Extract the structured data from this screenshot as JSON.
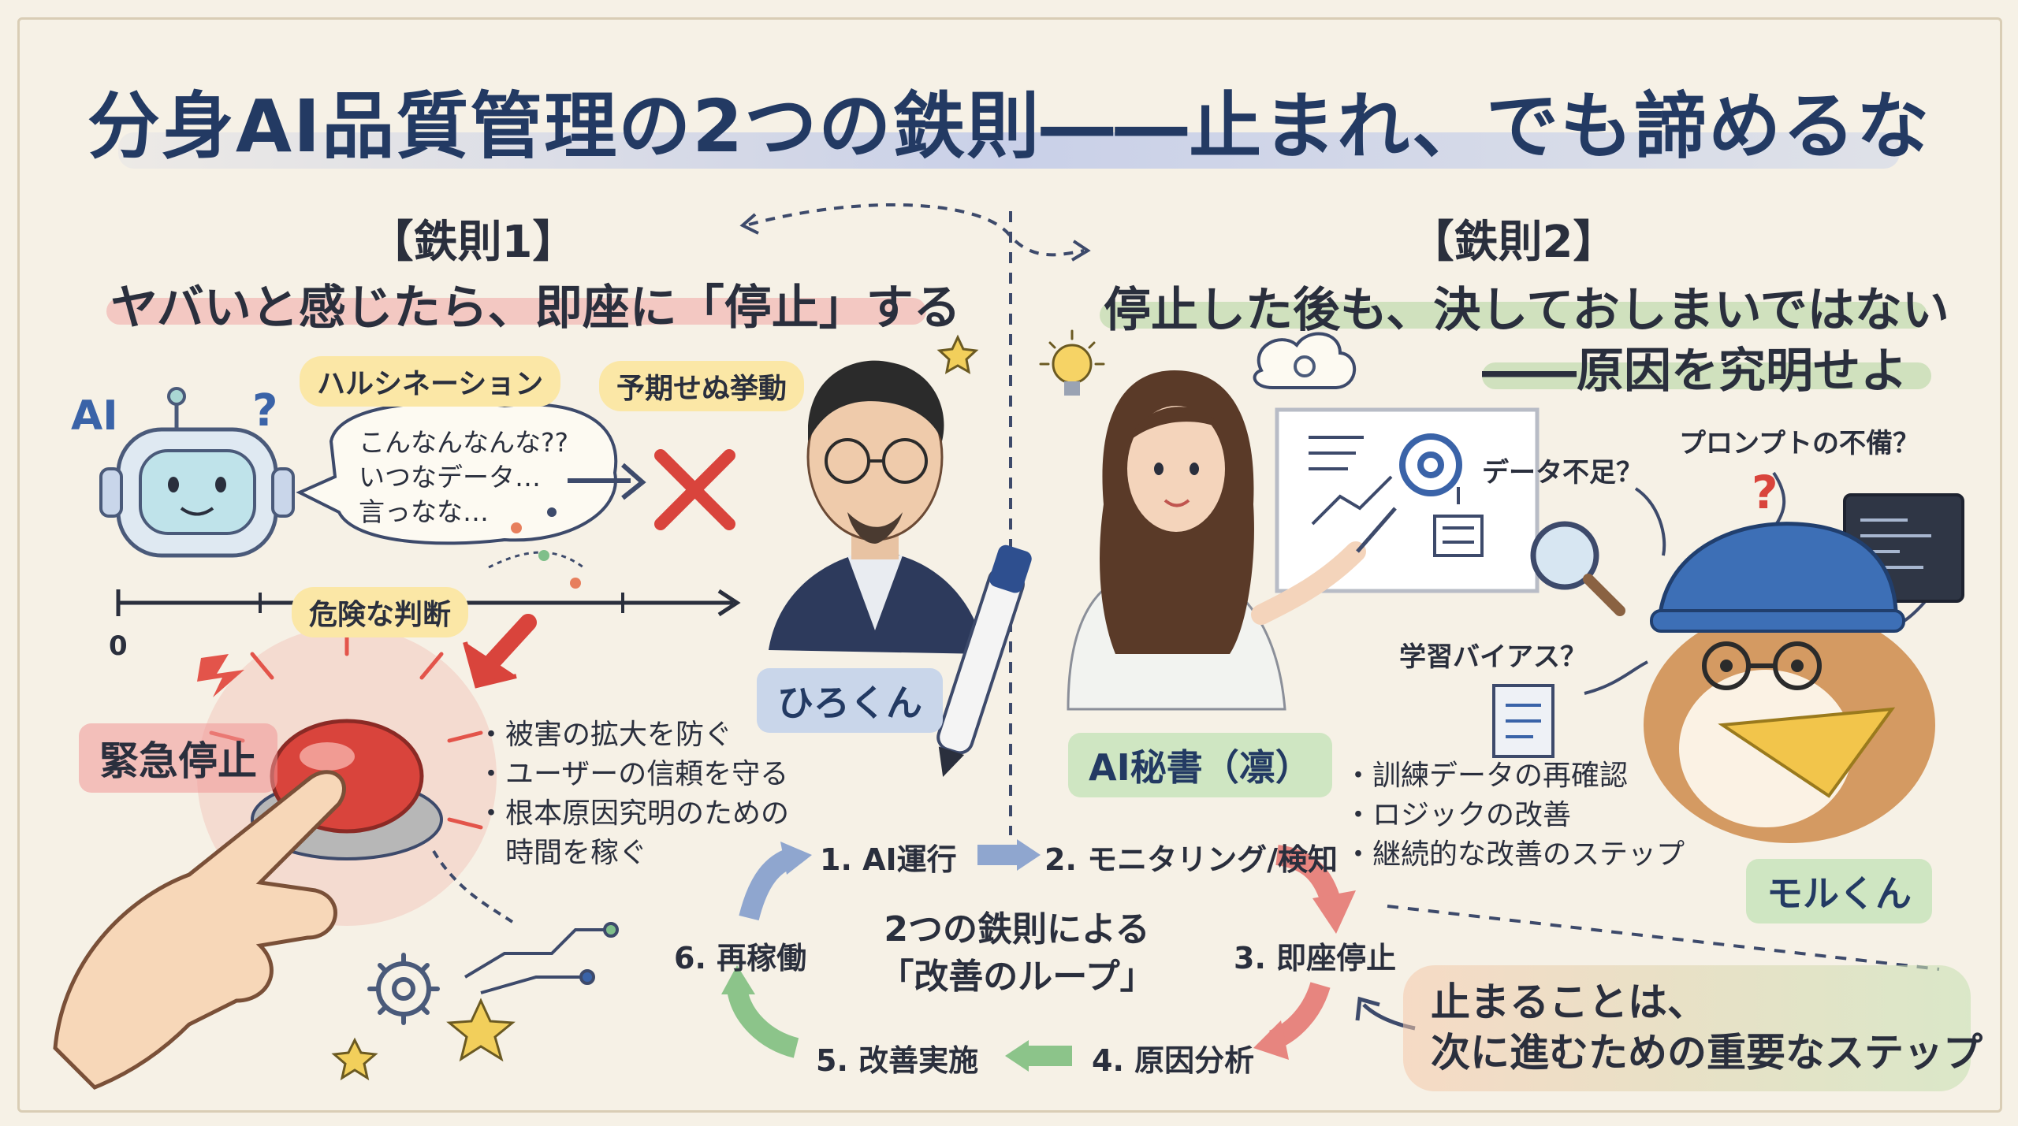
{
  "title": "分身AI品質管理の2つの鉄則――止まれ、でも諦めるな",
  "rule1": {
    "label": "【鉄則1】",
    "headline": "ヤバいと感じたら、即座に「停止」する",
    "ai_label": "AI",
    "bubbles": {
      "hallucination": "ハルシネーション",
      "unexpected": "予期せぬ挙動",
      "dangerous": "危険な判断"
    },
    "speech_lines": [
      "こんなんなんな??",
      "いつなデータ…",
      "言っなな…"
    ],
    "axis_zero": "0",
    "emergency_label": "緊急停止",
    "person_label": "ひろくん",
    "benefits": [
      "・被害の拡大を防ぐ",
      "・ユーザーの信頼を守る",
      "・根本原因究明のための",
      "　時間を稼ぐ"
    ]
  },
  "rule2": {
    "label": "【鉄則2】",
    "headline_line1": "停止した後も、決しておしまいではない",
    "headline_line2": "――原因を究明せよ",
    "secretary_label": "AI秘書（凛）",
    "mascot_label": "モルくん",
    "questions": {
      "data_shortage": "データ不足？",
      "prompt_flaw": "プロンプトの不備？",
      "learning_bias": "学習バイアス？"
    },
    "actions": [
      "・訓練データの再確認",
      "・ロジックの改善",
      "・継続的な改善のステップ"
    ]
  },
  "loop": {
    "title_line1": "2つの鉄則による",
    "title_line2": "「改善のループ」",
    "steps": [
      "1. AI運行",
      "2. モニタリング/検知",
      "3. 即座停止",
      "4. 原因分析",
      "5. 改善実施",
      "6. 再稼働"
    ]
  },
  "conclusion": {
    "line1": "止まることは、",
    "line2": "次に進むための重要なステップ"
  },
  "colors": {
    "title_navy": "#233a63",
    "stop_red": "#d9443c",
    "highlight_red": "#f0a0a0",
    "highlight_green": "#b5d9a0",
    "bubble_yellow": "#fbe7a6",
    "tag_blue": "#c9d6ea",
    "tag_green": "#cfe6c2"
  }
}
